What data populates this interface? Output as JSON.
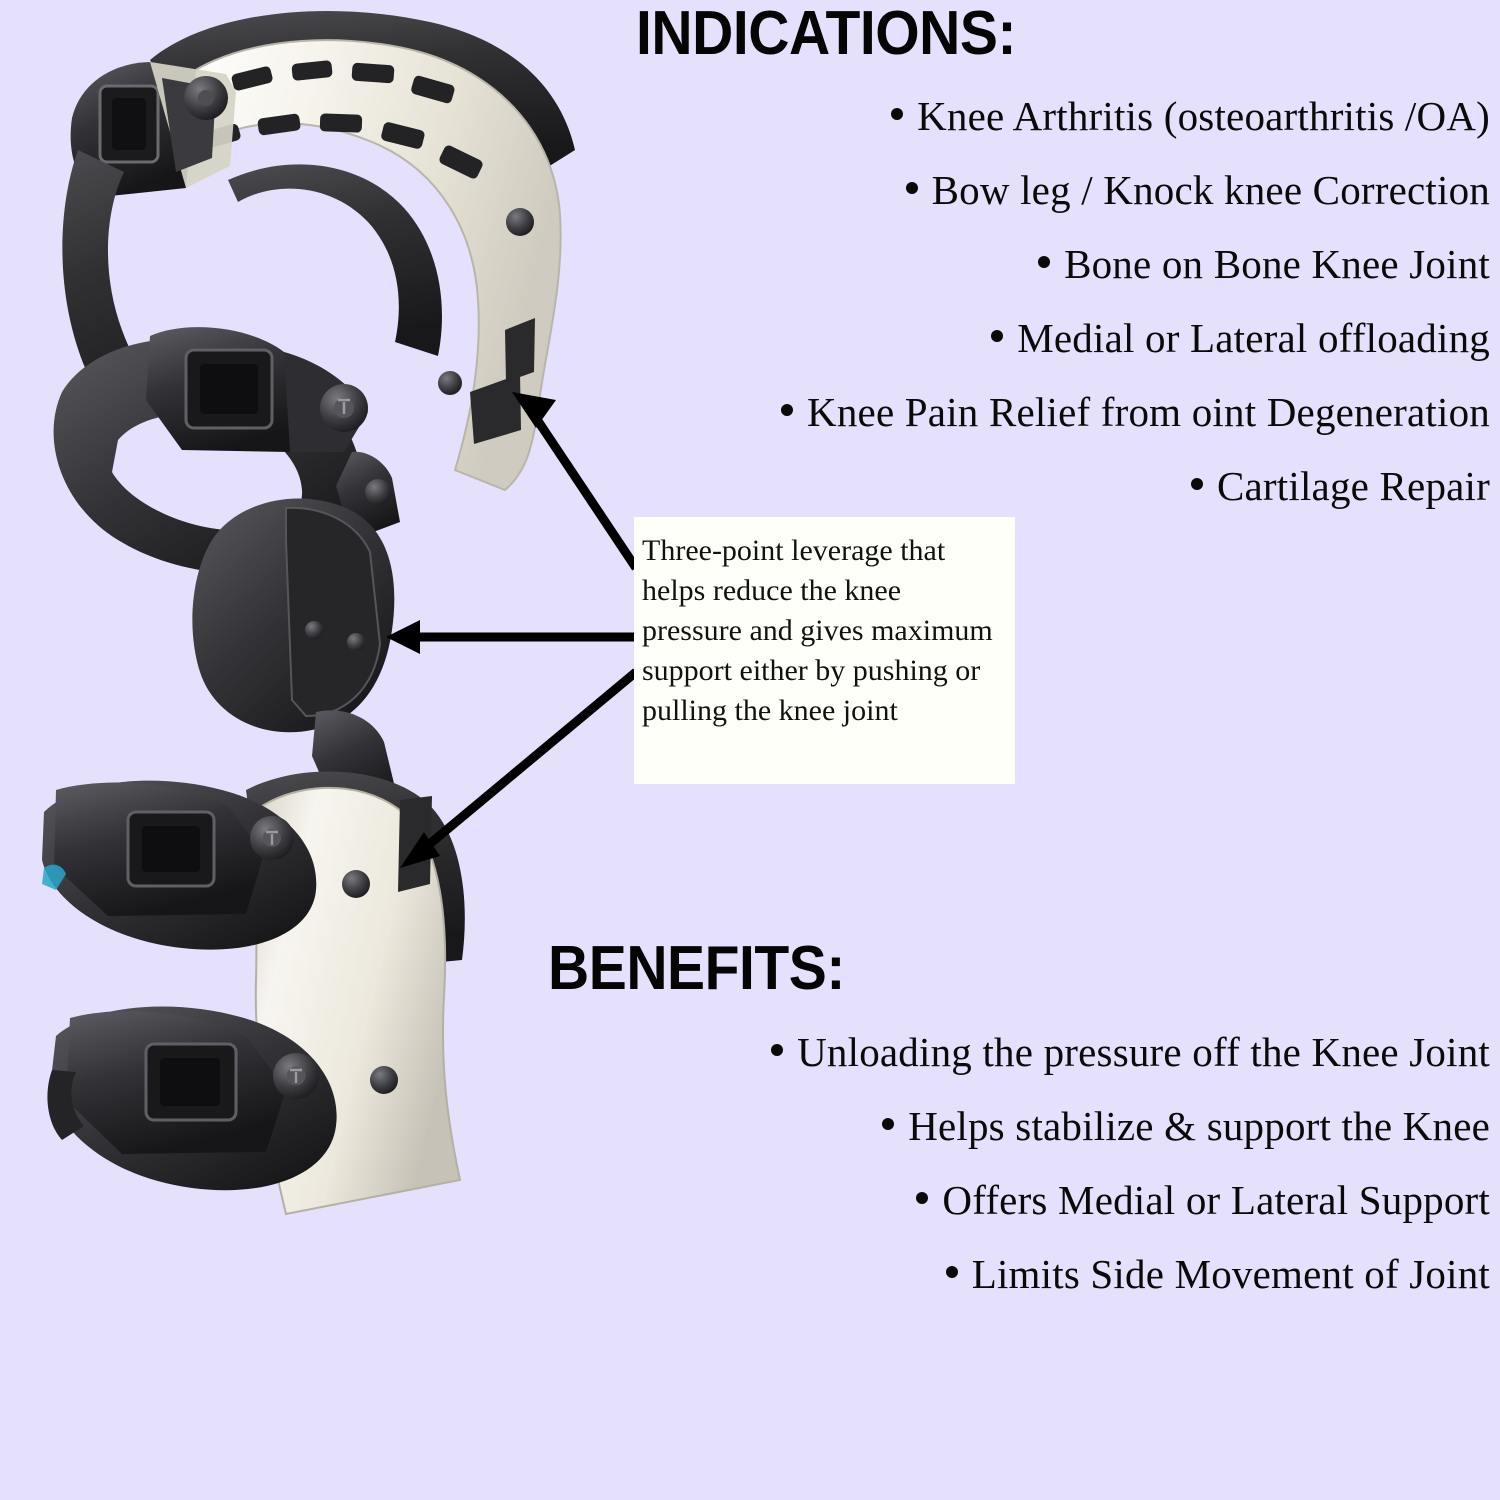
{
  "page": {
    "background_color": "#e5e0fc",
    "product_name": "hinged-unloader-knee-brace"
  },
  "indications": {
    "heading": "INDICATIONS:",
    "items": [
      "Knee Arthritis (osteoarthritis /OA)",
      "Bow leg  / Knock knee Correction",
      "Bone on Bone Knee Joint",
      "Medial or Lateral offloading",
      "Knee Pain Relief from oint Degeneration",
      "Cartilage Repair"
    ]
  },
  "benefits": {
    "heading": "BENEFITS:",
    "items": [
      "Unloading the pressure off the Knee Joint",
      "Helps stabilize & support the Knee",
      "Offers Medial or Lateral Support",
      "Limits Side Movement of Joint"
    ]
  },
  "callout": {
    "text": "Three-point leverage that helps reduce the knee pressure and gives maximum support either by pushing or pulling the knee joint",
    "background_color": "#fffffa",
    "text_color": "#111111"
  },
  "annotations": {
    "arrow_color": "#000000",
    "arrows": [
      {
        "name": "arrow-to-upper-thigh-shell",
        "target": "upper-femoral-shell-edge"
      },
      {
        "name": "arrow-to-knee-condyle-pad",
        "target": "medial-condyle-pressure-pad"
      },
      {
        "name": "arrow-to-lower-calf-shell",
        "target": "lower-tibial-shell-edge"
      }
    ]
  },
  "product_image": {
    "alt": "Hinged unloader knee brace with white rigid shells, black padded straps and quick-release buckles",
    "colors": {
      "shell": "#f2efe6",
      "shell_shadow": "#c8c4bb",
      "strap": "#2b2b2d",
      "strap_light": "#4a4a4e",
      "hardware": "#1a1a1c"
    }
  }
}
